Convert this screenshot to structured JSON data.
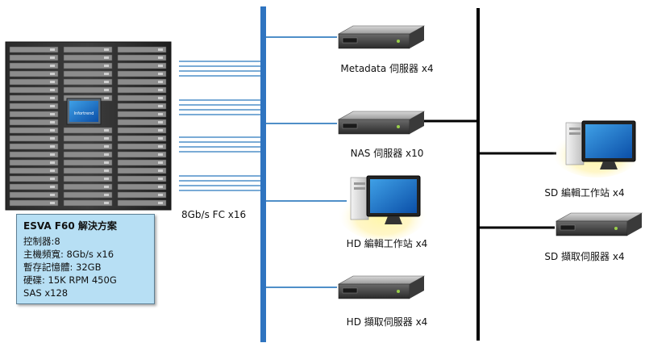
{
  "storage": {
    "label": "ESVA F60 解決方案",
    "specs": [
      "控制器:8",
      "主機頻寬: 8Gb/s x16",
      "暫存記憶體: 32GB",
      "硬碟: 15K RPM 450G",
      "SAS x128"
    ],
    "brand_text": "Infortrend"
  },
  "fc_link": {
    "label": "8Gb/s FC x16"
  },
  "servers": [
    {
      "label": "Metadata 伺服器 x4",
      "type": "server"
    },
    {
      "label": "NAS 伺服器 x10",
      "type": "server"
    },
    {
      "label": "HD 編輯工作站 x4",
      "type": "workstation"
    },
    {
      "label": "HD 擷取伺服器 x4",
      "type": "server"
    }
  ],
  "clients": [
    {
      "label": "SD 編輯工作站 x4",
      "type": "workstation"
    },
    {
      "label": "SD 擷取伺服器 x4",
      "type": "server"
    }
  ],
  "colors": {
    "fc_line": "#4f8fc8",
    "fc_bus": "#2f74c0",
    "ethernet": "#000000",
    "info_box": "#b7dff4"
  }
}
